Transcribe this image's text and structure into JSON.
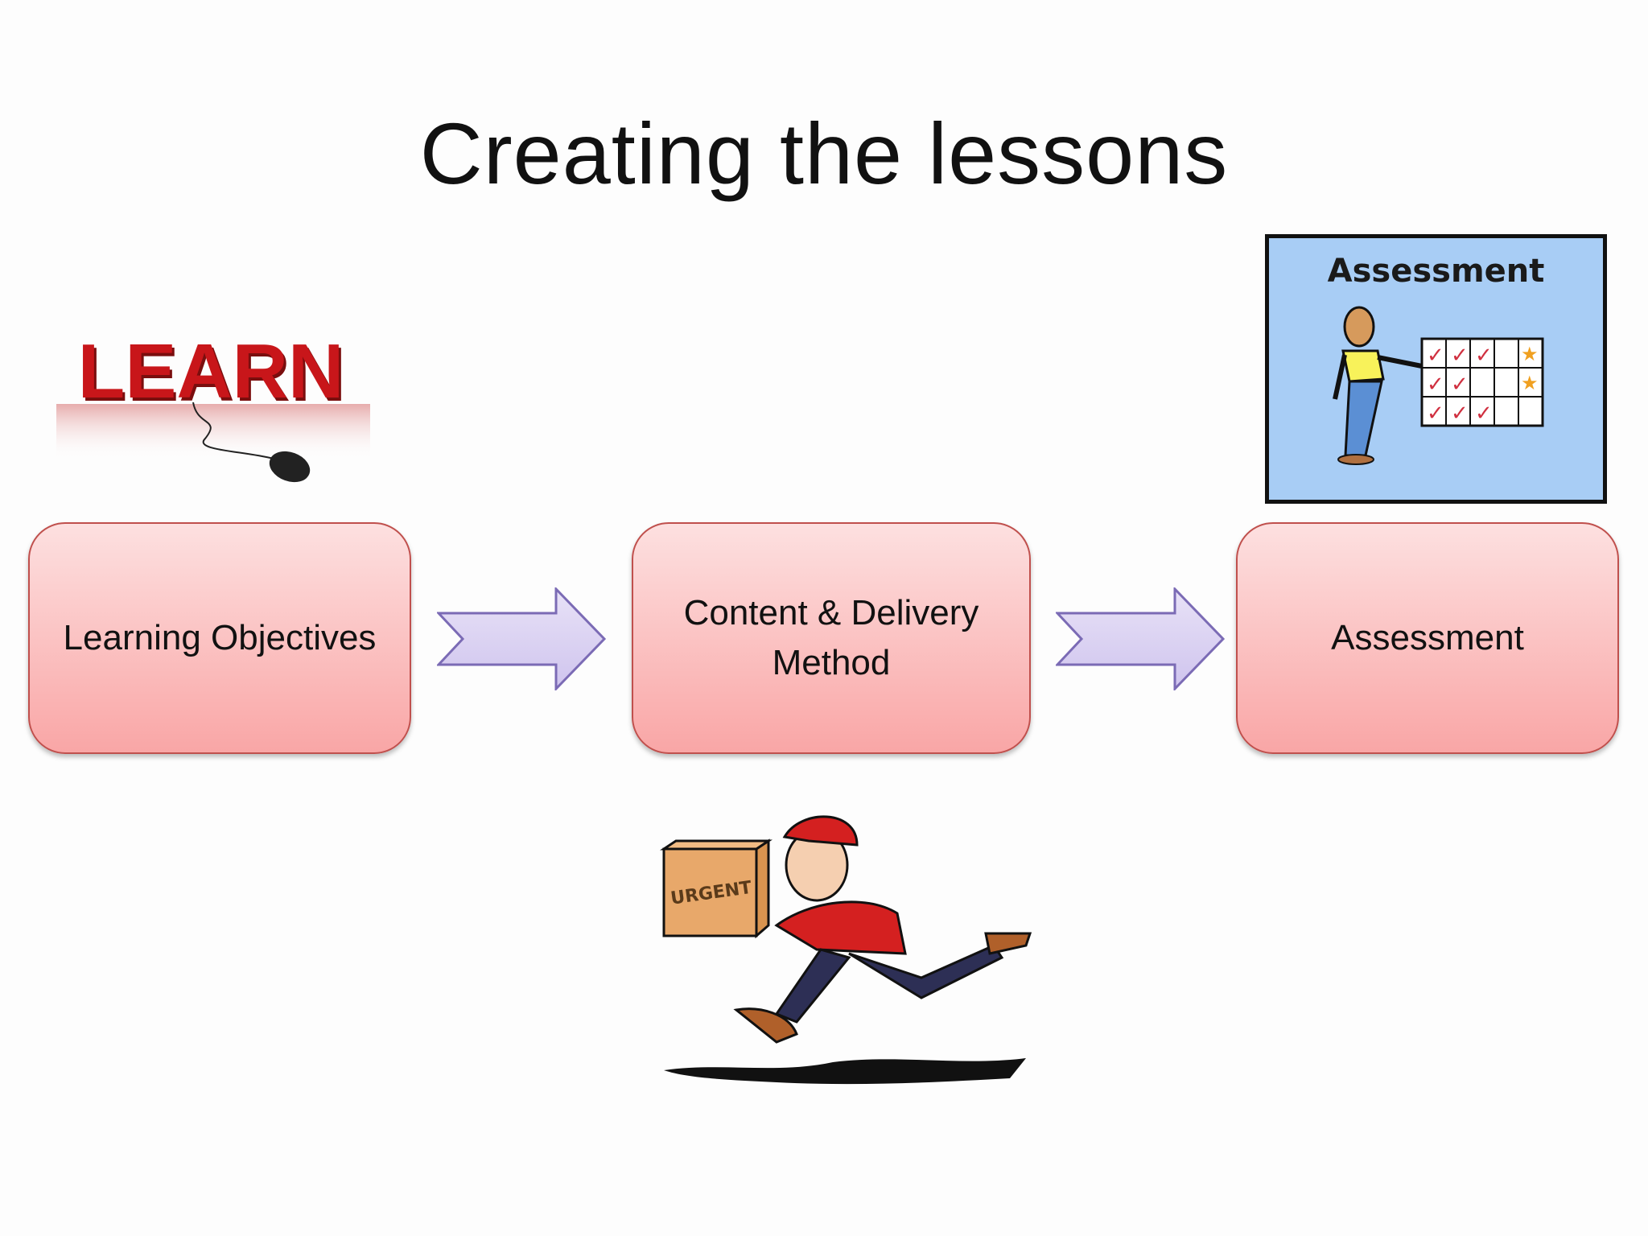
{
  "slide": {
    "title": "Creating the lessons"
  },
  "flow": {
    "steps": [
      {
        "label": "Learning Objectives"
      },
      {
        "label": "Content & Delivery Method"
      },
      {
        "label": "Assessment"
      }
    ],
    "arrows": 2,
    "colors": {
      "box_fill_top": "#fde0e0",
      "box_fill_bottom": "#f9a6a6",
      "box_border": "#c0504d",
      "arrow_fill": "#d9d0f0",
      "arrow_border": "#7b6bb5"
    }
  },
  "images": {
    "learn": {
      "word": "LEARN",
      "description": "3D red LEARN text with computer mouse"
    },
    "assessment_card": {
      "title": "Assessment",
      "description": "Person pointing at checklist grid with checkmarks and stars"
    },
    "courier": {
      "stamp": "URGENT",
      "description": "Running delivery man carrying urgent box"
    }
  }
}
